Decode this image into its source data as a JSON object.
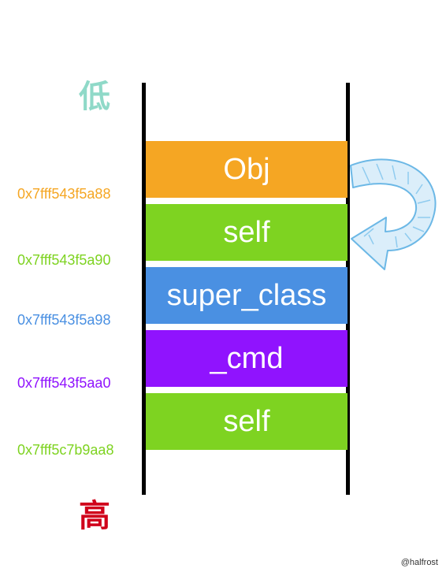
{
  "labels": {
    "low": "低",
    "high": "高"
  },
  "blocks": [
    {
      "text": "Obj",
      "color": "#f5a623"
    },
    {
      "text": "self",
      "color": "#7ed321"
    },
    {
      "text": "super_class",
      "color": "#4a90e2"
    },
    {
      "text": "_cmd",
      "color": "#9013fe"
    },
    {
      "text": "self",
      "color": "#7ed321"
    }
  ],
  "addresses": [
    {
      "text": "0x7fff543f5a88",
      "color": "#f5a623"
    },
    {
      "text": "0x7fff543f5a90",
      "color": "#7ed321"
    },
    {
      "text": "0x7fff543f5a98",
      "color": "#4a90e2"
    },
    {
      "text": "0x7fff543f5aa0",
      "color": "#9013fe"
    },
    {
      "text": "0x7fff5c7b9aa8",
      "color": "#7ed321"
    }
  ],
  "colors": {
    "low_label": "#8fd9c8",
    "high_label": "#d0021b",
    "arrow": "#6cb8e6"
  },
  "credit": "@halfrost",
  "icons": {
    "arrow": "curved-return-arrow-icon"
  }
}
